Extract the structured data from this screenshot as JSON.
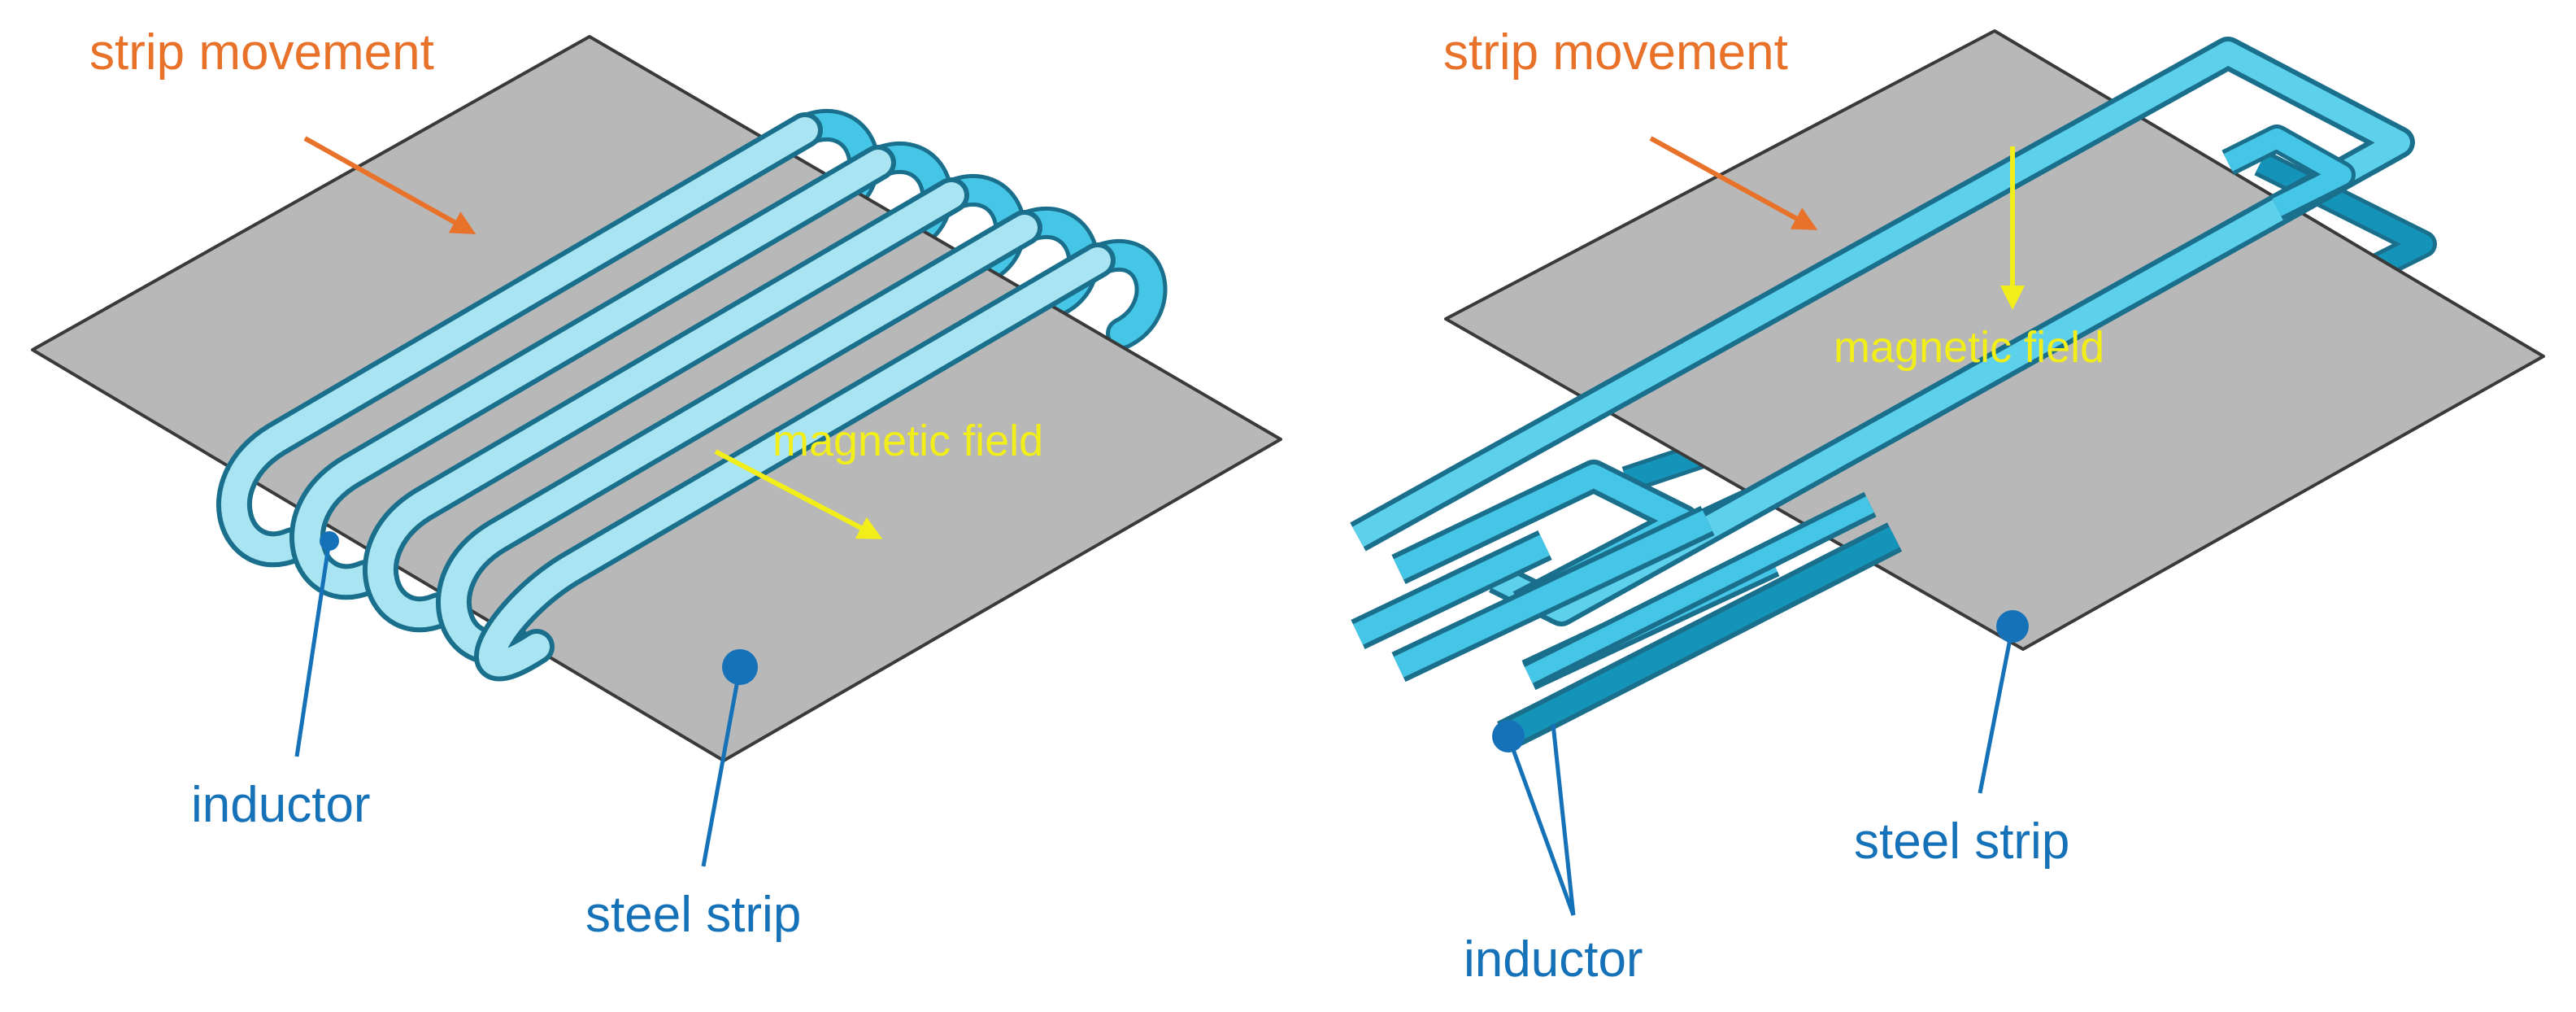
{
  "colors": {
    "strip_fill": "#b8b8b8",
    "strip_edge": "#3a3a3a",
    "coil_light": "#a9e4f2",
    "coil_mid": "#45c6e6",
    "coil_dark": "#1494b8",
    "coil_outline": "#1a6f8c",
    "label_orange": "#e8722a",
    "label_yellow": "#f2ee1a",
    "label_blue": "#1672b8"
  },
  "left": {
    "strip_movement": "strip movement",
    "magnetic_field": "magnetic field",
    "inductor": "inductor",
    "steel_strip": "steel strip"
  },
  "right": {
    "strip_movement": "strip movement",
    "magnetic_field": "magnetic field",
    "inductor": "inductor",
    "steel_strip": "steel strip"
  }
}
